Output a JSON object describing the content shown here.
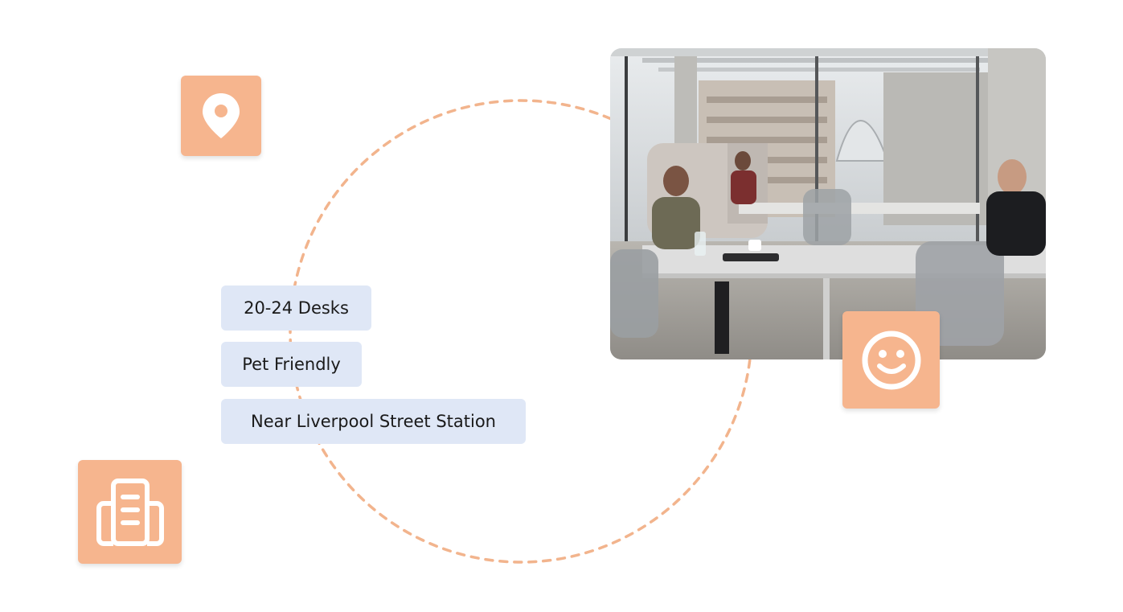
{
  "tags": [
    {
      "label": "20-24 Desks"
    },
    {
      "label": "Pet Friendly"
    },
    {
      "label": "Near Liverpool Street Station"
    }
  ],
  "icons": {
    "pin": "location-pin-icon",
    "building": "building-icon",
    "smile": "smiley-face-icon"
  },
  "colors": {
    "accent": "#f6b58e",
    "tag_background": "#dfe7f6",
    "dash": "#f2b48d",
    "text": "#1a1a1a"
  }
}
